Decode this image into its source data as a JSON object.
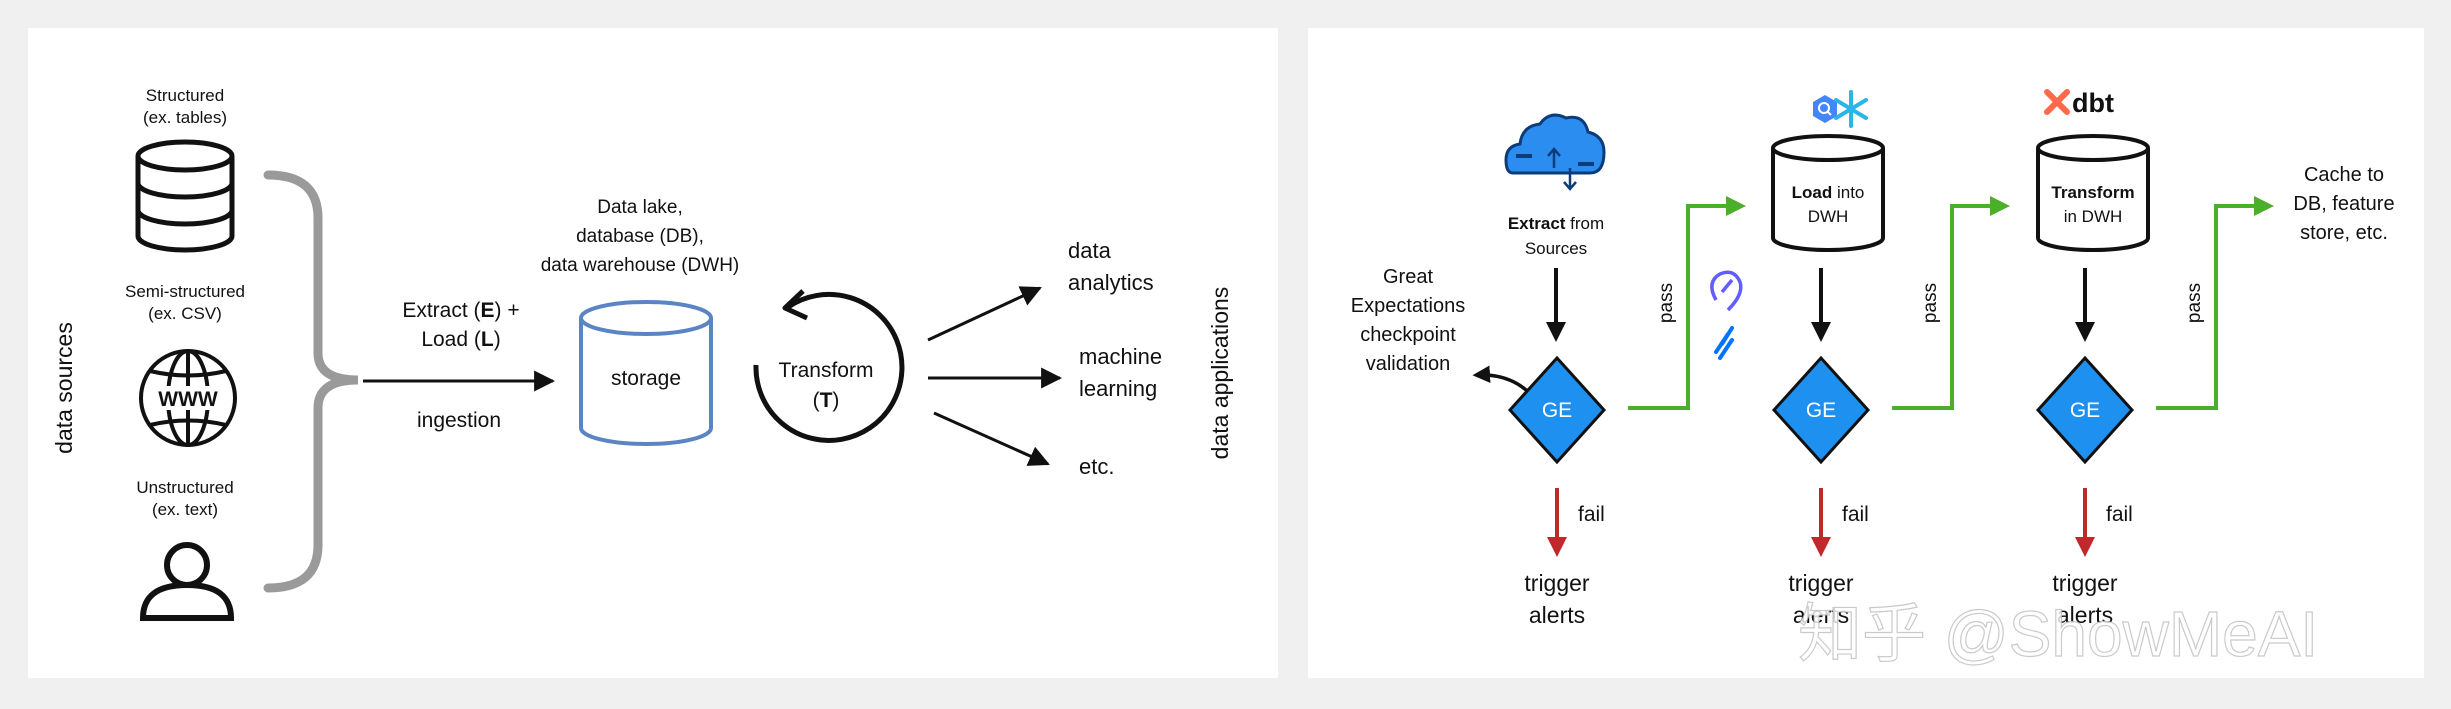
{
  "left_panel": {
    "side_label_left": "data sources",
    "side_label_right": "data applications",
    "sources": [
      {
        "title": "Structured",
        "subtitle": "(ex. tables)",
        "icon": "database-icon"
      },
      {
        "title": "Semi-structured",
        "subtitle": "(ex. CSV)",
        "icon": "globe-www-icon",
        "icon_text": "WWW"
      },
      {
        "title": "Unstructured",
        "subtitle": "(ex. text)",
        "icon": "user-icon"
      }
    ],
    "extract_load": {
      "line1_a": "Extract (",
      "line1_b": "E",
      "line1_c": ") +",
      "line2_a": "Load (",
      "line2_b": "L",
      "line2_c": ")"
    },
    "ingestion_label": "ingestion",
    "storage": {
      "desc_lines": [
        "Data lake,",
        "database (DB),",
        "data warehouse (DWH)"
      ],
      "label": "storage",
      "color": "#5b84c4"
    },
    "transform": {
      "line1": "Transform",
      "line2_a": "(",
      "line2_b": "T",
      "line2_c": ")"
    },
    "outputs": [
      {
        "lines": [
          "data",
          "analytics"
        ]
      },
      {
        "lines": [
          "machine",
          "learning"
        ]
      },
      {
        "lines": [
          "etc."
        ]
      }
    ],
    "brace_color": "#9a9a9a"
  },
  "right_panel": {
    "extract_step": {
      "bold": "Extract",
      "rest": " from",
      "line2": "Sources",
      "icon": "cloud-upload-icon"
    },
    "great_expectations_lines": [
      "Great",
      "Expectations",
      "checkpoint",
      "validation"
    ],
    "stages": [
      {
        "gate": "GE",
        "pass": "pass",
        "fail": "fail",
        "alert_lines": [
          "trigger",
          "alerts"
        ]
      },
      {
        "gate": "GE",
        "pass": "pass",
        "fail": "fail",
        "alert_lines": [
          "trigger",
          "alerts"
        ]
      },
      {
        "gate": "GE",
        "pass": "pass",
        "fail": "fail",
        "alert_lines": [
          "trigger",
          "alerts"
        ]
      }
    ],
    "load_step": {
      "bold": "Load",
      "rest": " into",
      "line2": "DWH",
      "logos": [
        "bigquery-logo-icon",
        "snowflake-logo-icon"
      ]
    },
    "transform_step": {
      "bold": "Transform",
      "line2": "in DWH",
      "logo_text": "dbt",
      "logo_icon": "dbt-logo-icon"
    },
    "tool_logos": [
      "airbyte-logo-icon",
      "fivetran-logo-icon"
    ],
    "cache_lines": [
      "Cache to",
      "DB, feature",
      "store, etc."
    ],
    "colors": {
      "gate": "#1e90f0",
      "pass": "#4caf2a",
      "fail": "#c0282c",
      "dbt": "#ff694b",
      "bigquery": "#4386fa",
      "snowflake": "#29b5e8",
      "airbyte": "#615eff",
      "fivetran": "#0073ff"
    }
  },
  "watermark": "知乎 @ShowMeAI"
}
